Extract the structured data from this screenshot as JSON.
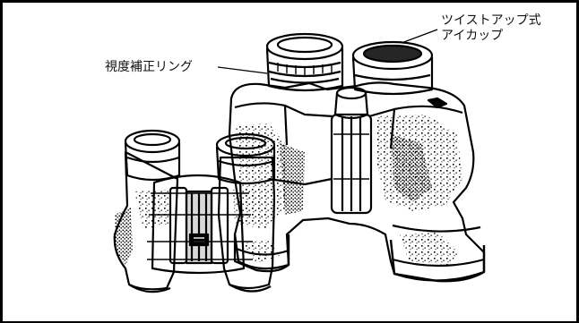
{
  "labels": {
    "diopter_ring": "視度補正リング",
    "eyecup_line1": "ツイストアップ式",
    "eyecup_line2": "アイカップ"
  },
  "colors": {
    "ink": "#000000",
    "paper": "#ffffff"
  },
  "figures": [
    "large-porro-binoculars",
    "compact-roof-binoculars"
  ]
}
